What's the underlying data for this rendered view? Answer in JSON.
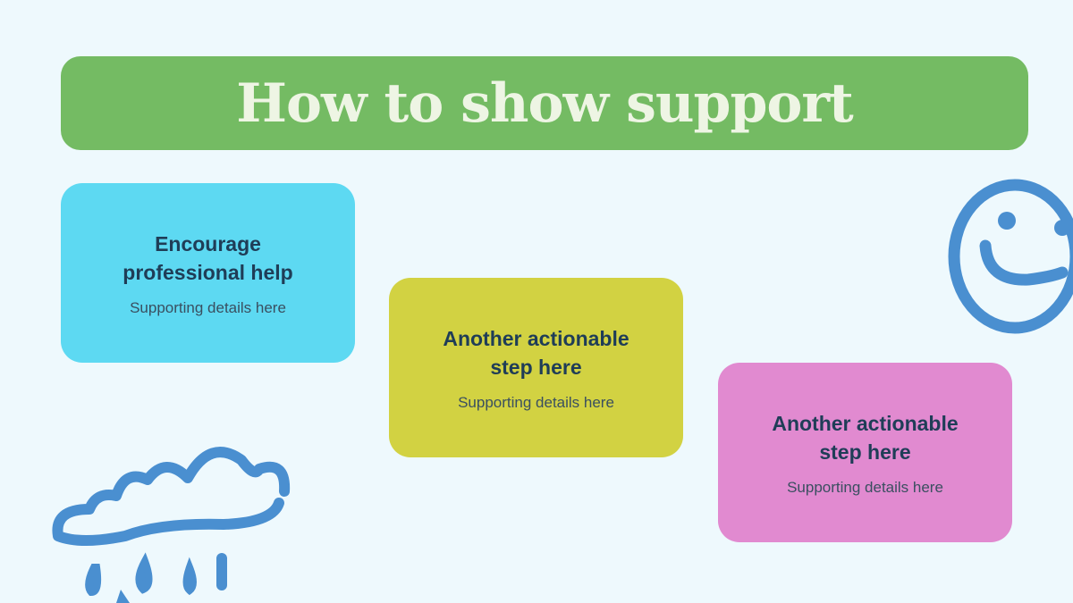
{
  "title": "How to show support",
  "cards": [
    {
      "heading": "Encourage professional help",
      "details": "Supporting details here",
      "color": "#5dd9f2"
    },
    {
      "heading": "Another actionable step here",
      "details": "Supporting details here",
      "color": "#d2d242"
    },
    {
      "heading": "Another actionable step here",
      "details": "Supporting details here",
      "color": "#e18ad0"
    }
  ],
  "decorations": {
    "smiley": "smiley-icon",
    "cloud": "rain-cloud-icon",
    "color": "#4a8fd0"
  }
}
